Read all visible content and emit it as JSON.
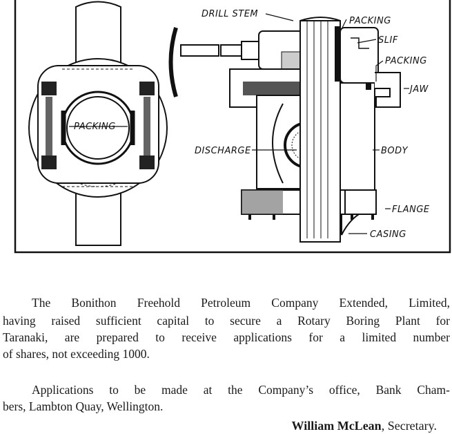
{
  "figure": {
    "labels": {
      "packing_left": "PACKING",
      "drill_stem": "DRILL STEM",
      "packing_top": "PACKING",
      "slif": "SLIF",
      "packing_right": "PACKING",
      "jaw": "JAW",
      "discharge": "DISCHARGE",
      "body": "BODY",
      "flange": "FLANGE",
      "casing": "CASING"
    }
  },
  "text": {
    "paragraph1": [
      "The Bonithon Freehold Petroleum Company Extended, Limited,",
      "having raised sufficient capital to secure a Rotary Boring Plant for",
      "Taranaki, are prepared to receive applications for a limited number",
      "of shares, not exceeding 1000."
    ],
    "paragraph2": [
      "Applications to be made at the Company’s office, Bank Cham-",
      "bers, Lambton Quay, Wellington."
    ],
    "signature_name": "William McLean",
    "signature_title": ", Secretary."
  }
}
